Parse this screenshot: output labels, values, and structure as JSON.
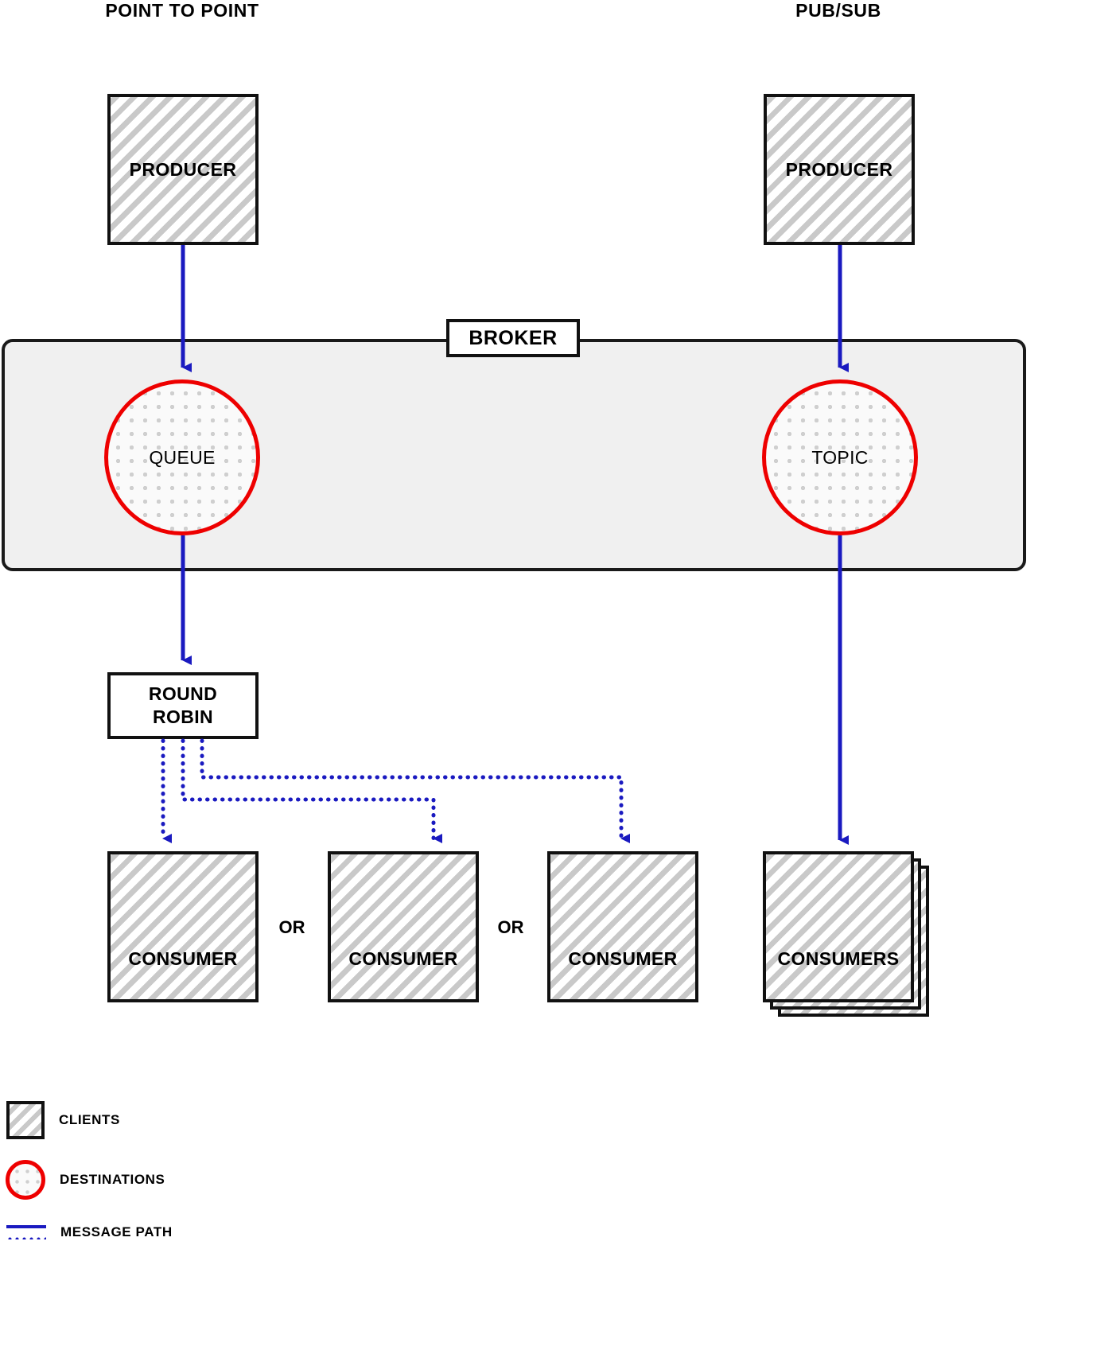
{
  "diagram": {
    "title_left": "POINT TO POINT",
    "title_right": "PUB/SUB",
    "broker_label": "BROKER"
  },
  "nodes": {
    "producer_p2p": "PRODUCER",
    "producer_pubsub": "PRODUCER",
    "queue": "QUEUE",
    "topic": "TOPIC",
    "round_robin_line1": "ROUND",
    "round_robin_line2": "ROBIN",
    "consumer_1": "CONSUMER",
    "consumer_2": "CONSUMER",
    "consumer_3": "CONSUMER",
    "consumers_stack": "CONSUMERS",
    "or_1": "OR",
    "or_2": "OR"
  },
  "legend": {
    "items": [
      {
        "swatch": "hatched-square-icon",
        "label": "CLIENTS"
      },
      {
        "swatch": "red-dotted-circle-icon",
        "label": "DESTINATIONS"
      },
      {
        "swatch": "blue-line-icon",
        "label": "MESSAGE PATH"
      }
    ]
  },
  "colors": {
    "message_path": "#1a1ac0",
    "destination_border": "#ee0000",
    "broker_fill": "#f0f0f0",
    "client_hatch": "#c9c9c9",
    "outline": "#111111"
  }
}
